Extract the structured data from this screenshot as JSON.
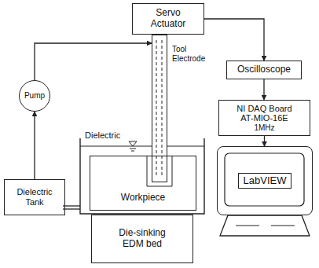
{
  "diagram": {
    "nodes": [
      {
        "text": [
          "Servo Actuator"
        ]
      },
      {
        "text": [
          "Tool Electrode"
        ]
      },
      {
        "text": [
          "Oscilloscope"
        ]
      },
      {
        "text": [
          "NI DAQ Board",
          "AT-MIO-16E",
          "1MHz"
        ]
      },
      {
        "text": [
          "LabVIEW"
        ]
      },
      {
        "text": [
          "Dielectric Tank"
        ]
      },
      {
        "text": [
          "Pump"
        ]
      },
      {
        "text": [
          "Workpiece"
        ]
      },
      {
        "text": [
          "Die-sinking EDM bed"
        ]
      }
    ],
    "edges": [
      {
        "from": 0,
        "to": 2,
        "arrow": "to"
      },
      {
        "from": 2,
        "to": 3,
        "arrow": "to"
      },
      {
        "from": 3,
        "to": 4,
        "arrow": "to"
      },
      {
        "from": 5,
        "to": 6,
        "arrow": "to"
      },
      {
        "from": 6,
        "to": 1,
        "arrow": "to"
      }
    ],
    "labels": [
      "Dielectric"
    ]
  }
}
